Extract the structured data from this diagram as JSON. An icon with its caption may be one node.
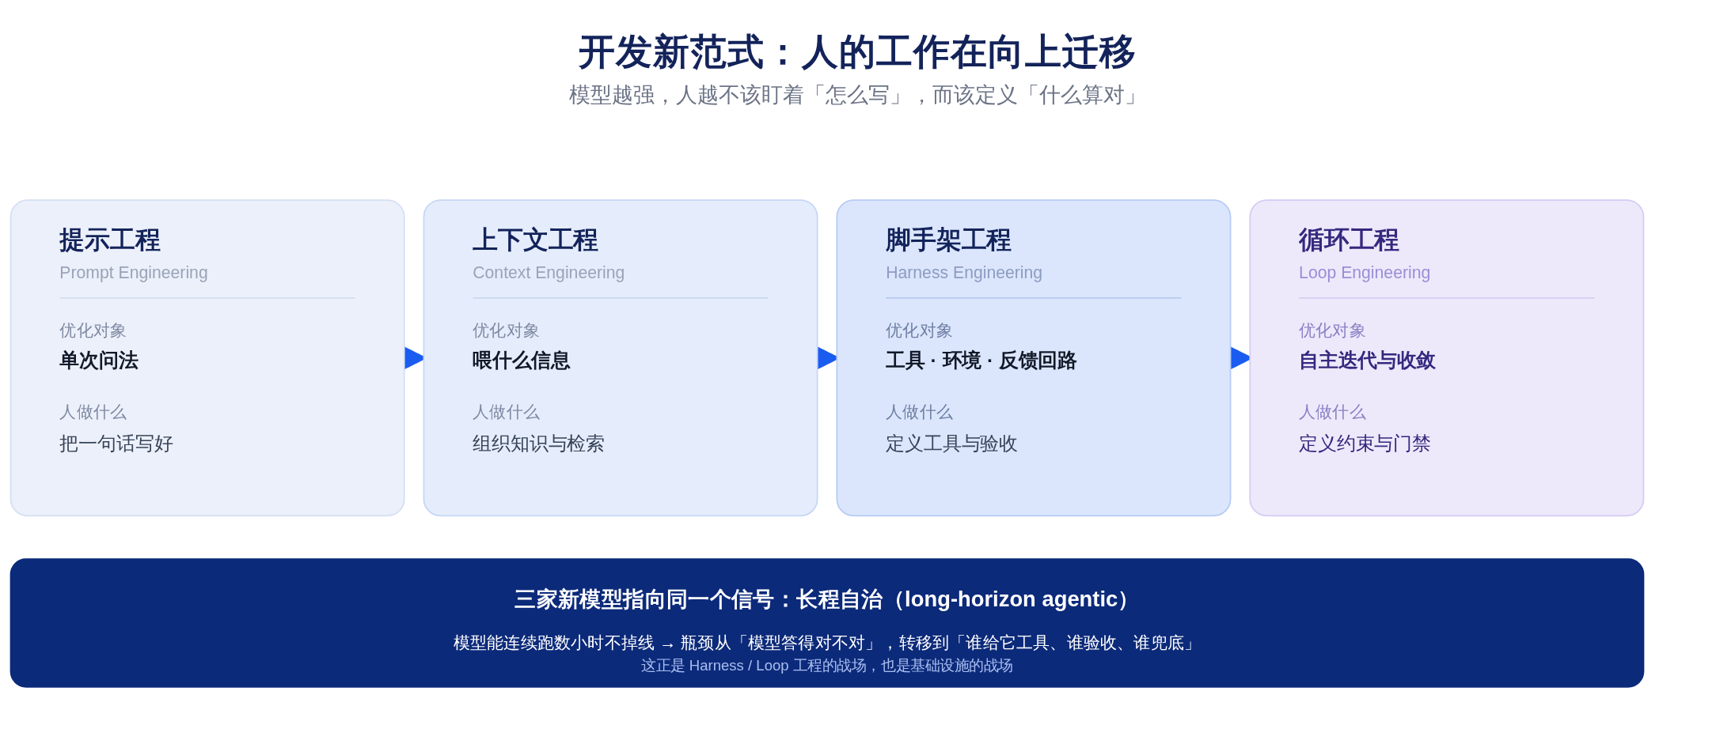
{
  "diagram": {
    "title": "开发新范式：人的工作在向上迁移",
    "nodes": [
      {
        "text": [
          "提示工程",
          "Prompt Engineering",
          "优化对象",
          "单次问法",
          "人做什么",
          "把一句话写好"
        ]
      },
      {
        "text": [
          "上下文工程",
          "Context Engineering",
          "优化对象",
          "喂什么信息",
          "人做什么",
          "组织知识与检索"
        ]
      },
      {
        "text": [
          "脚手架工程",
          "Harness Engineering",
          "优化对象",
          "工具 · 环境 · 反馈回路",
          "人做什么",
          "定义工具与验收"
        ]
      },
      {
        "text": [
          "循环工程",
          "Loop Engineering",
          "优化对象",
          "自主迭代与收敛",
          "人做什么",
          "定义约束与门禁"
        ]
      },
      {
        "text": [
          "三家新模型指向同一个信号：长程自治（long-horizon agentic）",
          "模型能连续跑数小时不掉线 → 瓶颈从「模型答得对不对」，转移到「谁给它工具、谁验收、谁兜底」",
          "这正是 Harness / Loop 工程的战场，也是基础设施的战场"
        ]
      }
    ],
    "edges": [
      {
        "from": 0,
        "to": 1,
        "arrow": "to"
      },
      {
        "from": 1,
        "to": 2,
        "arrow": "to"
      },
      {
        "from": 2,
        "to": 3,
        "arrow": "to"
      }
    ],
    "labels": [
      "模型越强，人越不该盯着「怎么写」，而该定义「什么算对」"
    ]
  }
}
